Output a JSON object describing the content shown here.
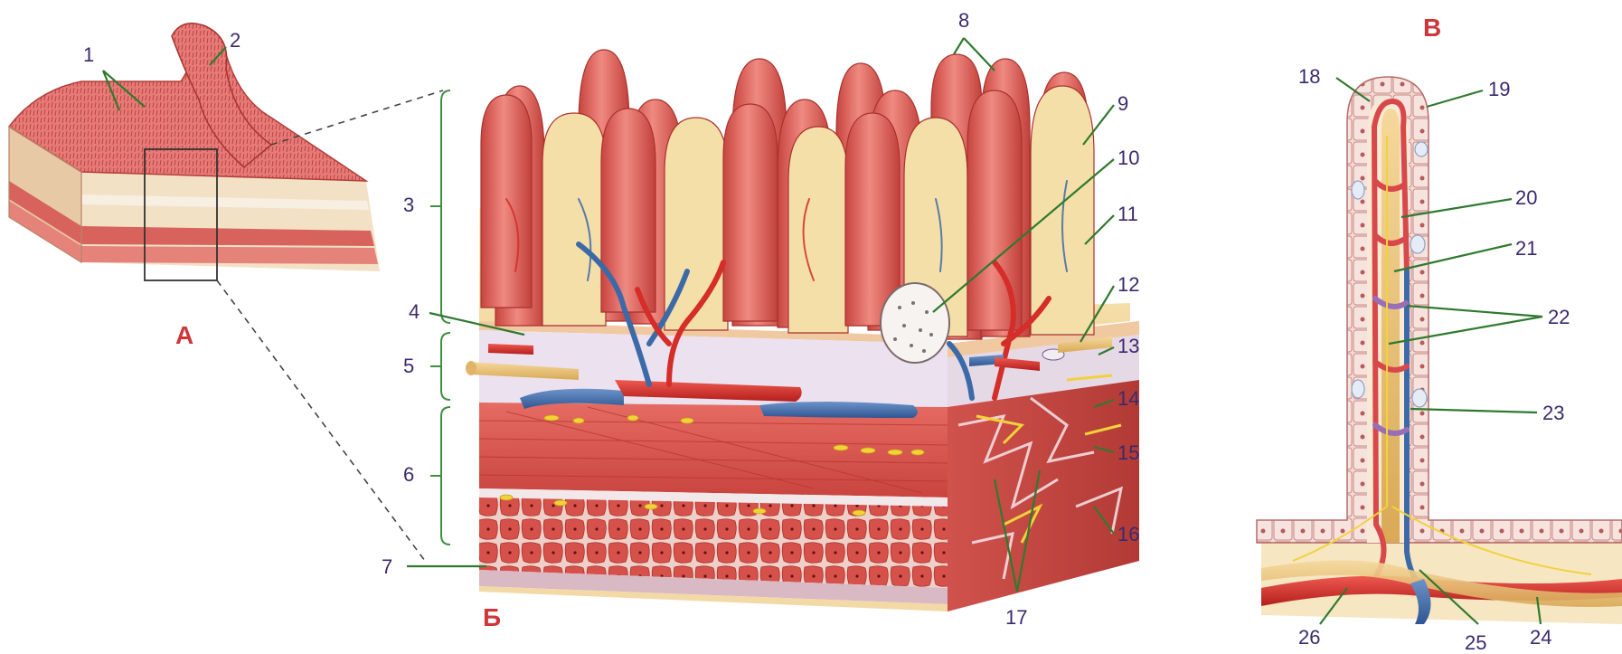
{
  "panels": {
    "a": "А",
    "b": "Б",
    "v": "В"
  },
  "labels": [
    "1",
    "2",
    "3",
    "4",
    "5",
    "6",
    "7",
    "8",
    "9",
    "10",
    "11",
    "12",
    "13",
    "14",
    "15",
    "16",
    "17",
    "18",
    "19",
    "20",
    "21",
    "22",
    "23",
    "24",
    "25",
    "26"
  ],
  "colors": {
    "villus": "#e3716b",
    "villus_dark": "#c8443f",
    "lamina": "#f6e2b0",
    "muscle": "#e0605a",
    "artery": "#d42d2a",
    "vein": "#3c6aa8",
    "lymph": "#e9c27a",
    "nerve": "#f2d23a",
    "label": "#3a2a6e",
    "panel_letter": "#d0353a"
  }
}
